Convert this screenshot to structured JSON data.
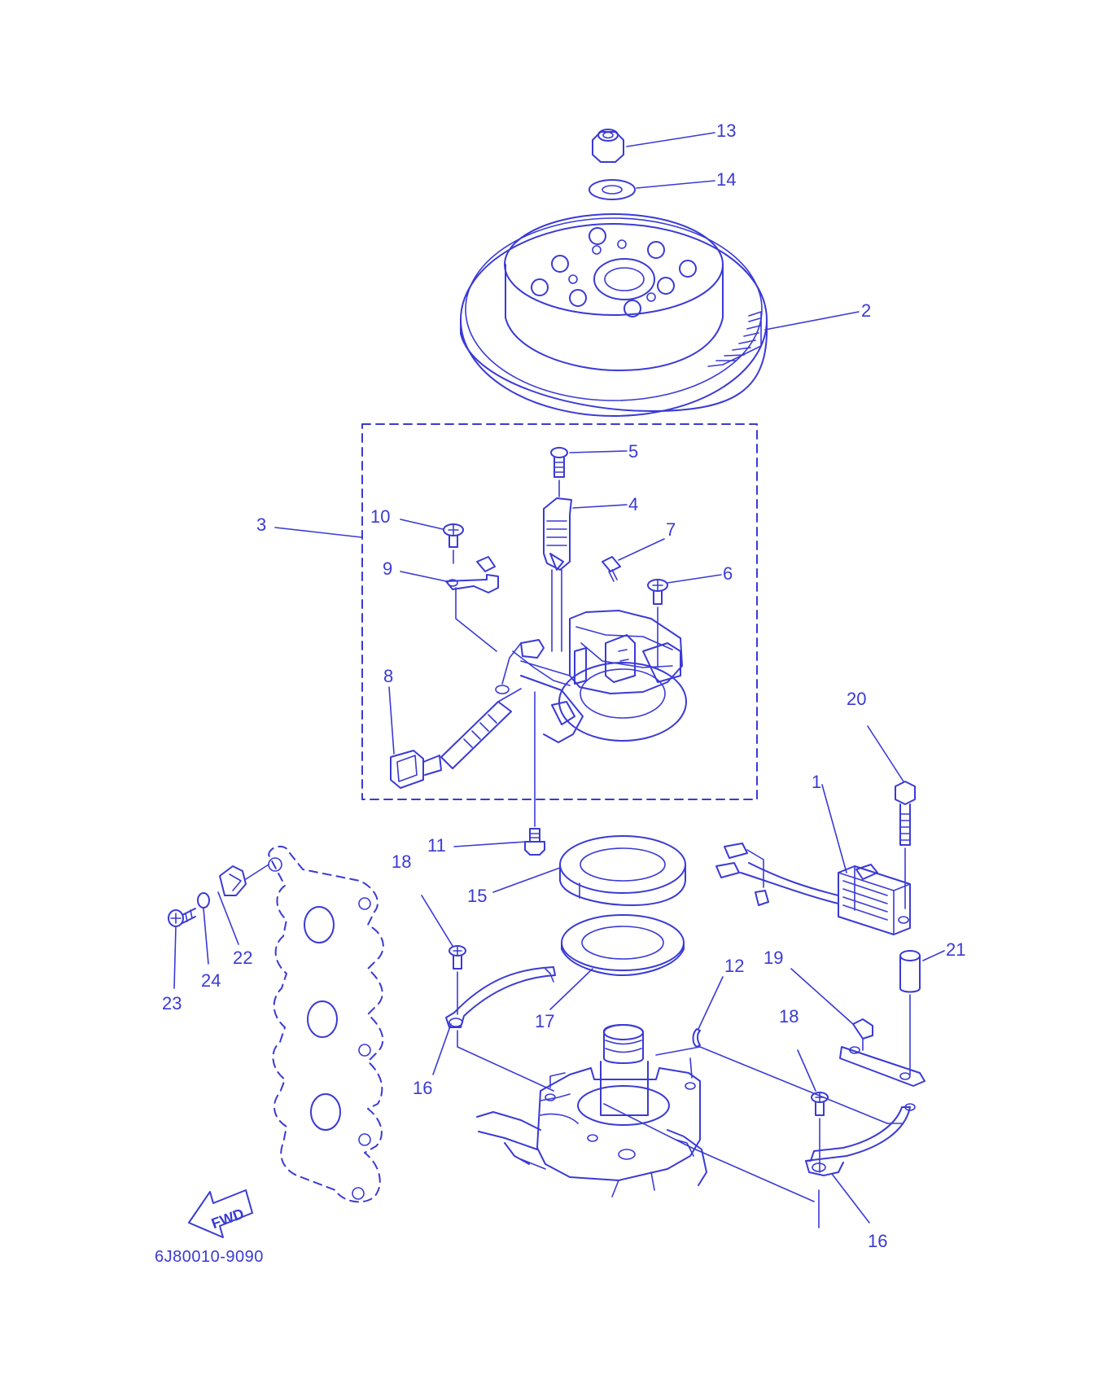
{
  "diagram": {
    "colors": {
      "line": "#3a3ad6",
      "background": "#ffffff"
    },
    "part_numbers": [
      "13",
      "14",
      "2",
      "5",
      "4",
      "10",
      "3",
      "7",
      "9",
      "6",
      "8",
      "20",
      "1",
      "11",
      "18",
      "15",
      "22",
      "24",
      "23",
      "21",
      "12",
      "19",
      "17",
      "16",
      "18",
      "16"
    ],
    "fwd_label": "FWD",
    "drawing_code": "6J80010-9090"
  }
}
